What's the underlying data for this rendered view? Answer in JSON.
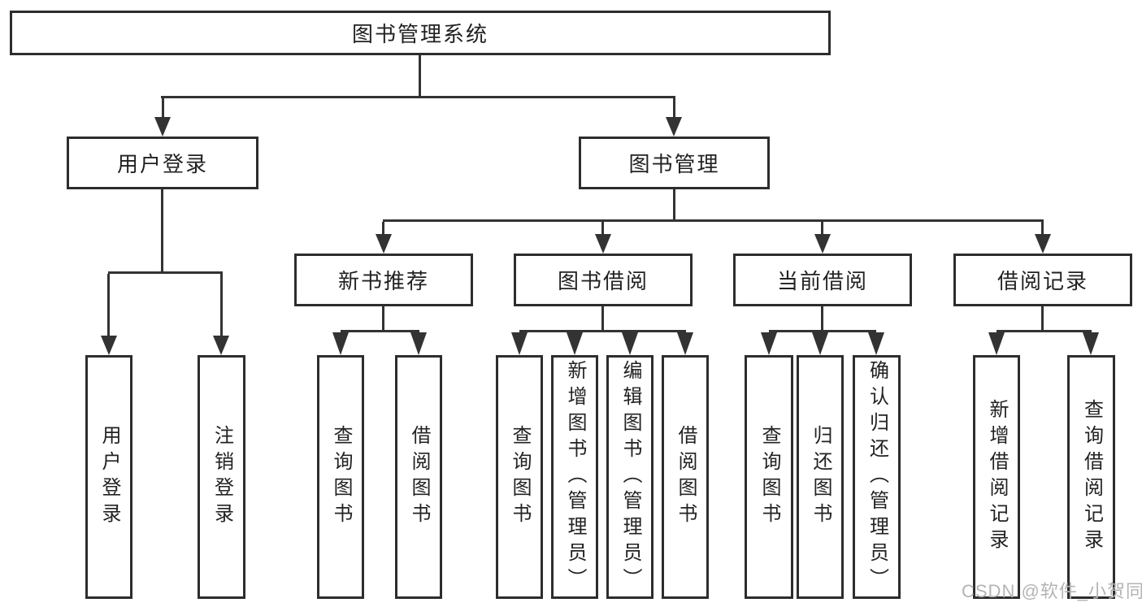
{
  "diagram": {
    "root": {
      "label": "图书管理系统"
    },
    "level1": {
      "user_login": {
        "label": "用户登录"
      },
      "book_mgmt": {
        "label": "图书管理"
      }
    },
    "level2": {
      "new_book": {
        "label": "新书推荐"
      },
      "book_borrow": {
        "label": "图书借阅"
      },
      "current_borrow": {
        "label": "当前借阅"
      },
      "borrow_record": {
        "label": "借阅记录"
      }
    },
    "leaves": {
      "user_login": [
        "用户登录",
        "注销登录"
      ],
      "new_book": [
        "查询图书",
        "借阅图书"
      ],
      "book_borrow": [
        "查询图书",
        "新增图书（管理员）",
        "编辑图书（管理员）",
        "借阅图书"
      ],
      "current_borrow": [
        "查询图书",
        "归还图书",
        "确认归还（管理员）"
      ],
      "borrow_record": [
        "新增借阅记录",
        "查询借阅记录"
      ]
    }
  },
  "watermark": {
    "text": "CSDN @软件_小贺同学"
  },
  "colors": {
    "line": "#333333",
    "border": "#2d2d2d",
    "text": "#222222",
    "watermark": "#b4b4b4",
    "background": "#ffffff"
  }
}
